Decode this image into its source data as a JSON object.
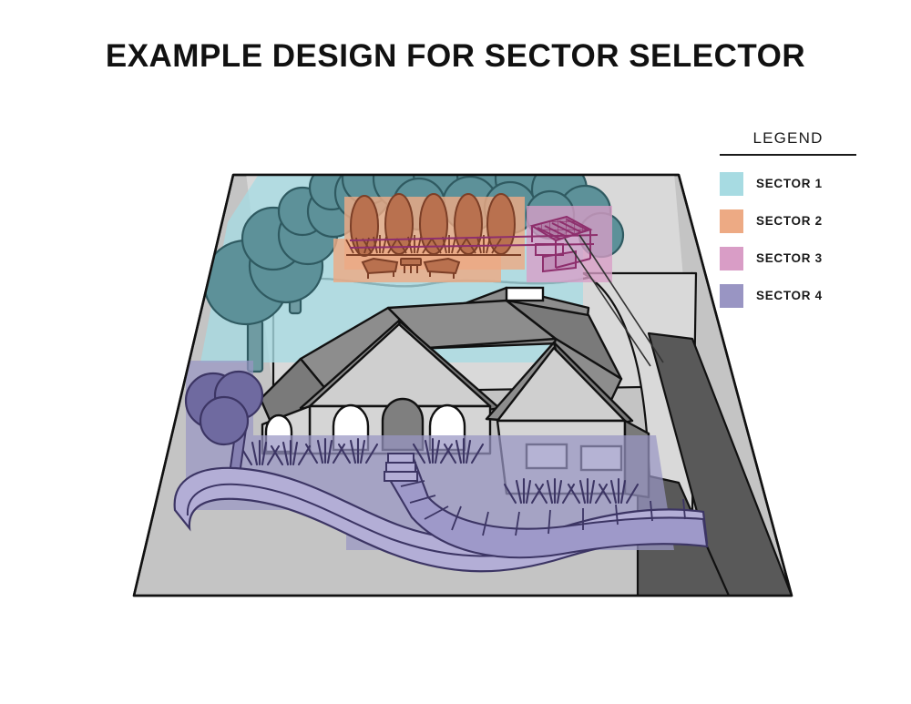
{
  "page": {
    "title": "EXAMPLE DESIGN FOR SECTOR SELECTOR",
    "background_color": "#ffffff"
  },
  "legend": {
    "title": "LEGEND",
    "items": [
      {
        "label": "SECTOR 1",
        "color": "#a7dbe2",
        "swatch_name": "sector-1-swatch"
      },
      {
        "label": "SECTOR 2",
        "color": "#edaa84",
        "swatch_name": "sector-2-swatch"
      },
      {
        "label": "SECTOR 3",
        "color": "#d99dc6",
        "swatch_name": "sector-3-swatch"
      },
      {
        "label": "SECTOR 4",
        "color": "#9995c3",
        "swatch_name": "sector-4-swatch"
      }
    ]
  },
  "plan": {
    "name": "site-plan-illustration",
    "lot_color": "#c4c4c4",
    "lot_outline": "#111111",
    "lot_shadow_color": "#595959",
    "hardscape_color": "#d9d9d9",
    "roof_dark_color": "#7a7a7a",
    "roof_mid_color": "#8d8d8d",
    "roof_light_color": "#cfcfcf",
    "wall_color": "#d5d5d5",
    "wall_light_color": "#e3e3e3",
    "window_color": "#ffffff",
    "door_color": "#7f7f7f",
    "tree_color": "#5d9199",
    "tree_outline": "#2f5a61",
    "hedge_color": "#b9714f",
    "hedge_outline": "#7c3f27",
    "pergola_color": "#8e2f6d",
    "path_color": "#9e99c9",
    "path_light_color": "#b3aed6",
    "grass_outline": "#3c3564",
    "sector_overlays": [
      {
        "sector": "SECTOR 1",
        "color": "#a7dbe2",
        "opacity": 0.78,
        "region": "rear-canopy-zone"
      },
      {
        "sector": "SECTOR 2",
        "color": "#edaa84",
        "opacity": 0.78,
        "region": "rear-patio-zone"
      },
      {
        "sector": "SECTOR 3",
        "color": "#d99dc6",
        "opacity": 0.72,
        "region": "pergola-zone"
      },
      {
        "sector": "SECTOR 4",
        "color": "#9995c3",
        "opacity": 0.7,
        "region": "front-yard-zone"
      }
    ],
    "features": [
      "canopy-trees",
      "columnar-hedge-row",
      "lounge-chairs",
      "patio-table",
      "pergola",
      "main-house",
      "garage-wing",
      "arched-windows",
      "front-entry-door",
      "ornamental-grasses",
      "curving-driveway",
      "paver-walkway",
      "feature-tree"
    ]
  }
}
